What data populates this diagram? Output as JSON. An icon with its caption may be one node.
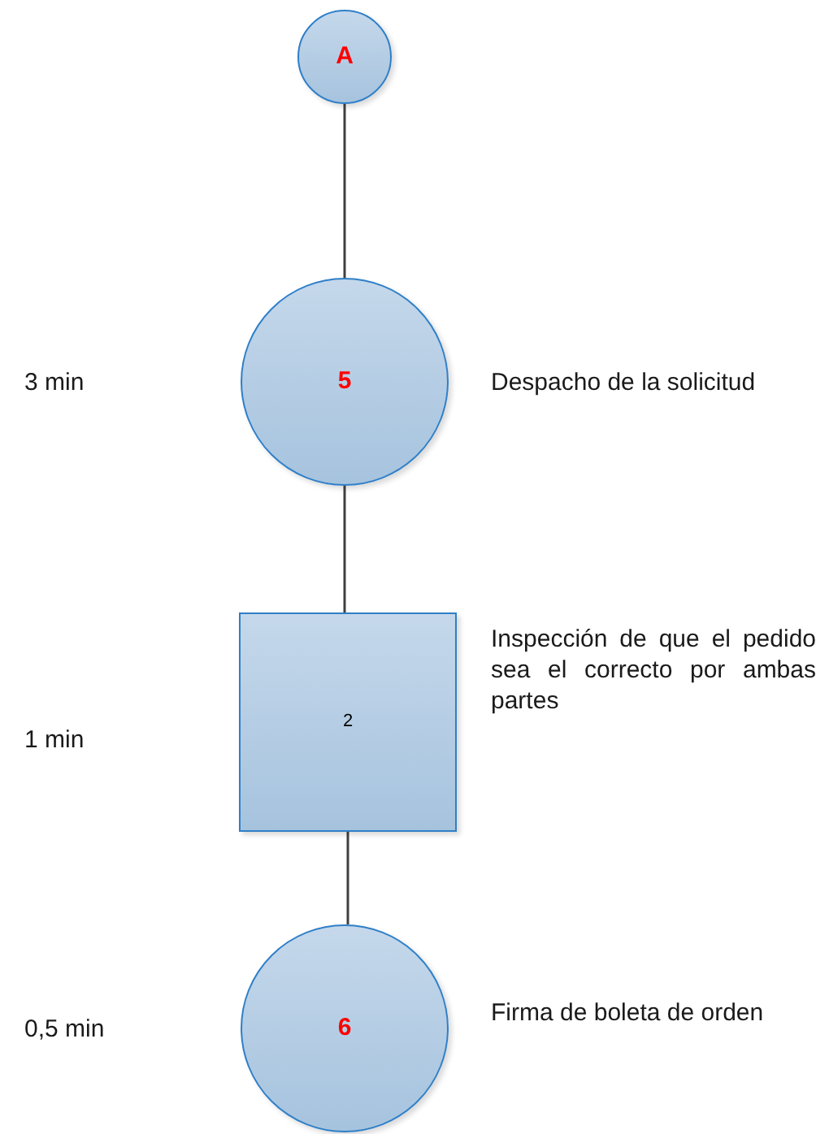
{
  "diagram": {
    "nodes": [
      {
        "text": [
          "A"
        ]
      },
      {
        "text": [
          "5"
        ],
        "beside": [
          "Despacho de la solicitud"
        ]
      },
      {
        "text": [
          "2"
        ],
        "beside": [
          "Inspección de que el pedido sea el correcto por ambas partes"
        ]
      },
      {
        "text": [
          "6"
        ],
        "beside": [
          "Firma de boleta de orden"
        ]
      }
    ],
    "edges": [
      {
        "from": 0,
        "to": 1,
        "arrow": "none"
      },
      {
        "from": 1,
        "to": 2,
        "arrow": "none"
      },
      {
        "from": 2,
        "to": 3,
        "arrow": "none"
      }
    ],
    "labels": [
      "3 min",
      "1 min",
      "0,5 min"
    ]
  }
}
